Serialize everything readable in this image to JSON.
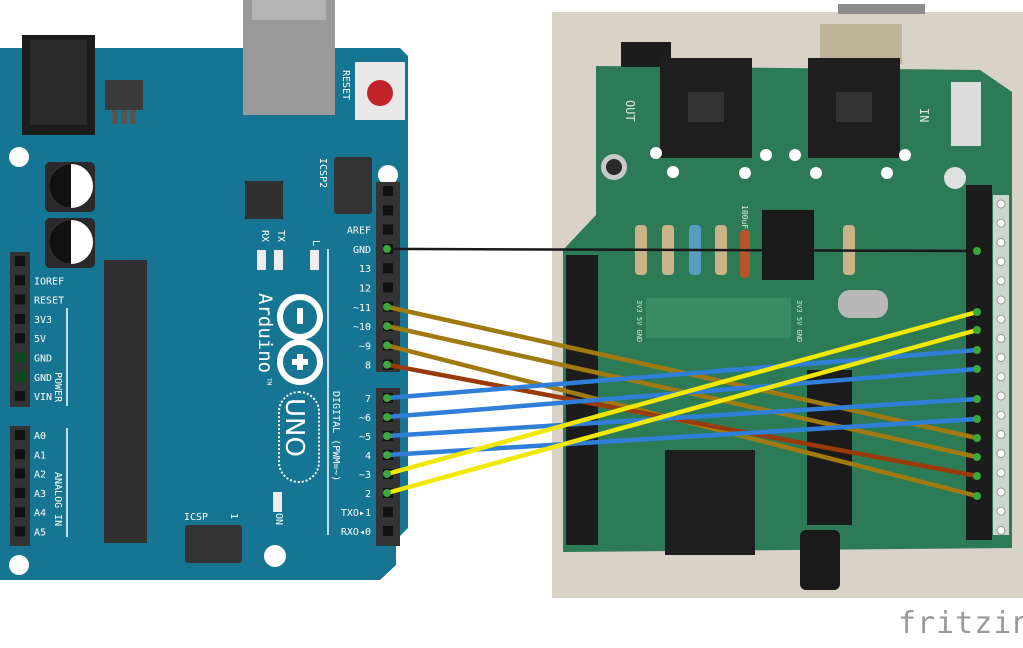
{
  "arduino": {
    "brand": "Arduino",
    "trademark": "TM",
    "model": "UNO",
    "reset_label": "RESET",
    "icsp2_label": "ICSP2",
    "icsp_label": "ICSP",
    "icsp_pin1": "1",
    "led_labels": {
      "rx": "RX",
      "tx": "TX",
      "l": "L",
      "on": "ON"
    },
    "digital_label": "DIGITAL (PWM=~)",
    "power_label": "POWER",
    "analog_label": "ANALOG IN",
    "digital_pins_top": [
      "",
      "",
      "AREF",
      "GND",
      "13",
      "12",
      "~11",
      "~10",
      "~9",
      "8"
    ],
    "digital_pins_bottom": [
      "7",
      "~6",
      "~5",
      "4",
      "~3",
      "2",
      "TXO▸1",
      "RXO◂0"
    ],
    "power_pins": [
      "",
      "IOREF",
      "RESET",
      "3V3",
      "5V",
      "GND",
      "GND",
      "VIN"
    ],
    "analog_pins": [
      "A0",
      "A1",
      "A2",
      "A3",
      "A4",
      "A5"
    ]
  },
  "shield": {
    "labels": {
      "out": "OUT",
      "in": "IN",
      "cap": "100uF",
      "rail1": "3V3 5V GND",
      "rail2": "3V3 5V GND"
    }
  },
  "wires": [
    {
      "from": "GND",
      "to_row": 3,
      "color": "#1a1a1a"
    },
    {
      "from": "~11",
      "to_row": 7,
      "color": "#a07a10"
    },
    {
      "from": "~10",
      "to_row": 8,
      "color": "#a07a10"
    },
    {
      "from": "~9",
      "to_row": 10,
      "color": "#a07a10"
    },
    {
      "from": "8",
      "to_row": 9,
      "color": "#9a3a08"
    },
    {
      "from": "7",
      "to_row": 2,
      "color": "#2f7fd8"
    },
    {
      "from": "~6",
      "to_row": 3,
      "color": "#2f7fd8"
    },
    {
      "from": "~5",
      "to_row": 4,
      "color": "#2f7fd8"
    },
    {
      "from": "4",
      "to_row": 5,
      "color": "#2f7fd8"
    },
    {
      "from": "~3",
      "to_row": 0,
      "color": "#f0e800"
    },
    {
      "from": "2",
      "to_row": 1,
      "color": "#f0e800"
    }
  ],
  "footer": {
    "logo": "fritzing"
  }
}
